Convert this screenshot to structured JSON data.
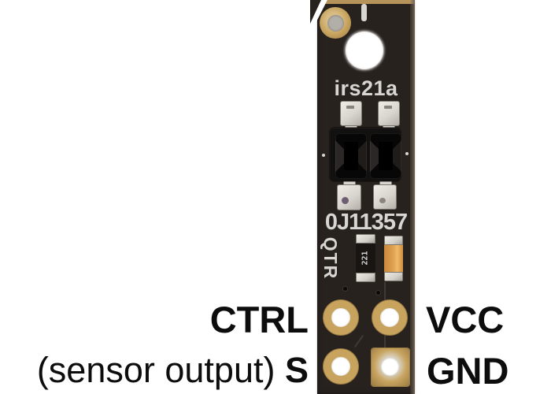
{
  "silkscreen": {
    "model": "irs21a",
    "serial": "0J11357",
    "product": "QTR",
    "resistor_code": "221"
  },
  "pins": {
    "ctrl": "CTRL",
    "vcc": "VCC",
    "s_prefix": "(sensor output)",
    "s": "S",
    "gnd": "GND"
  },
  "colors": {
    "background": "#ffffff",
    "pcb": "#28221f",
    "pcb_edge_gold": "#b6935a",
    "pcb_edge_side": "#6e6254",
    "pad_gold": "#c7a35e",
    "pad_gold_dark": "#9a7b43",
    "hole_white": "#ffffff",
    "mount_center": "#b2afa9",
    "tab_silver": "#d8d4ce",
    "tab_border": "#7b766e",
    "lens_black": "#070707",
    "package_black": "#131010",
    "resistor_body": "#181513",
    "component_silver": "#d3d0ca",
    "capacitor_orange": "#df9f4f",
    "silkscreen": "#d8d6d3",
    "label_text": "#0d0d0d",
    "via_dark": "#0b0908"
  }
}
